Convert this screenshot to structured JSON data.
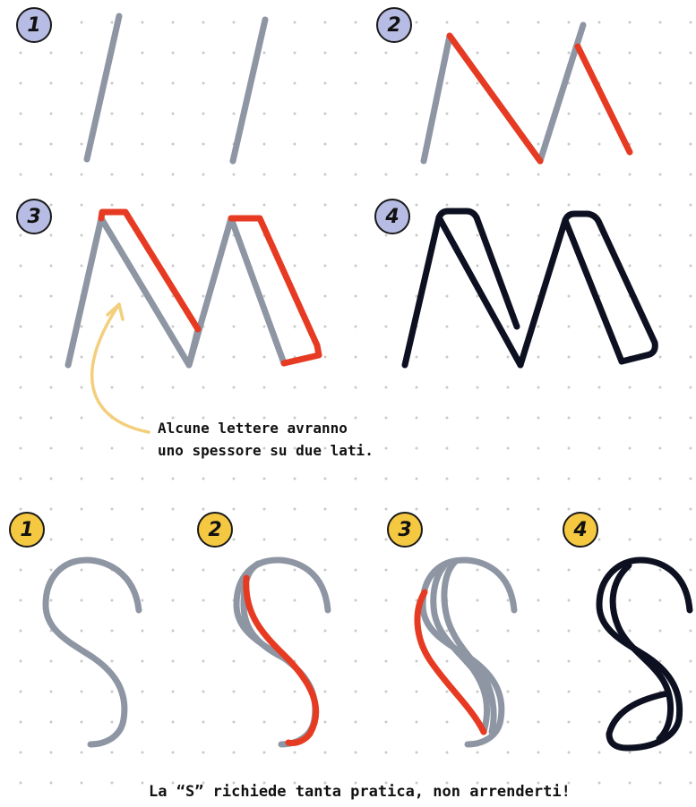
{
  "m_section": {
    "steps": [
      "1",
      "2",
      "3",
      "4"
    ],
    "note_line1": "Alcune lettere avranno",
    "note_line2": "uno spessore su due lati."
  },
  "s_section": {
    "steps": [
      "1",
      "2",
      "3",
      "4"
    ],
    "footer": "La “S” richiede tanta pratica, non arrenderti!"
  },
  "colors": {
    "guide_gray": "#8e96a3",
    "highlight_red": "#e63b22",
    "ink_black": "#0d1020",
    "arrow_yellow": "#f3cf7c",
    "badge_blue": "#b7bce4",
    "badge_yellow": "#f5c842"
  }
}
